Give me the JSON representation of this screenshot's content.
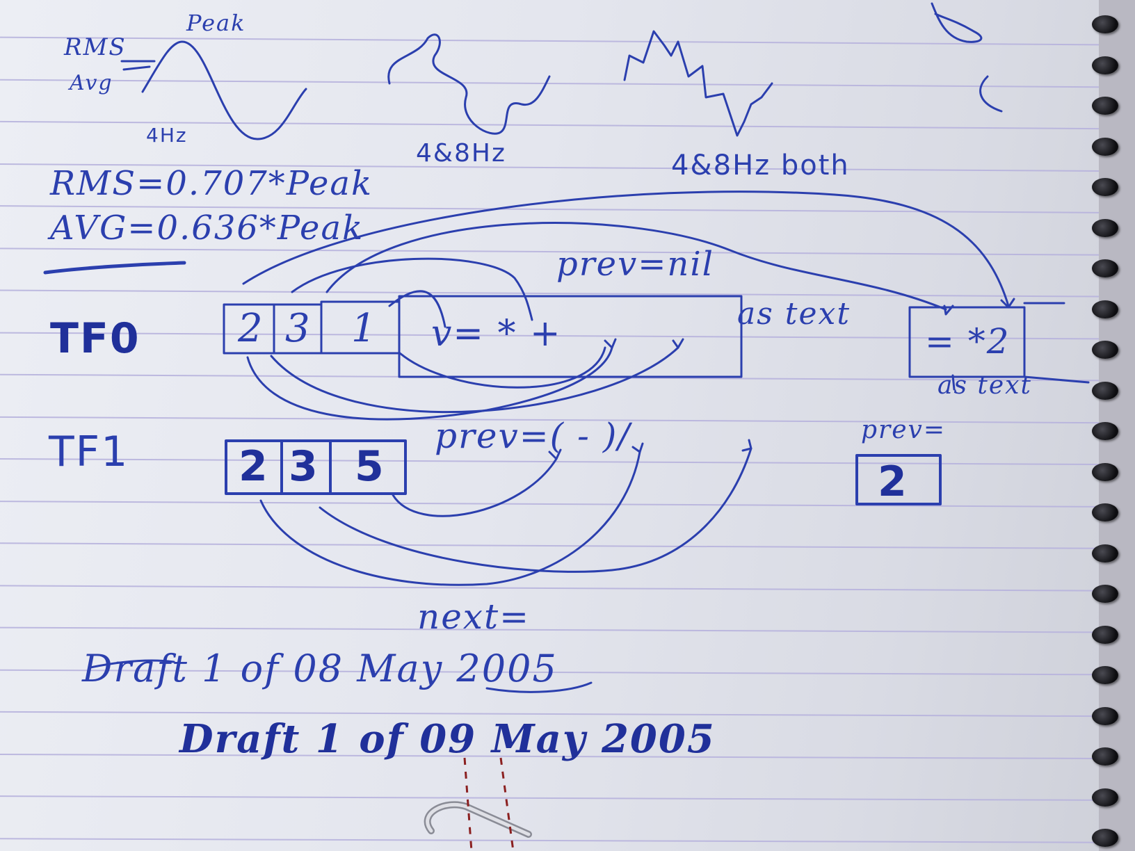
{
  "waveforms": {
    "sine": {
      "rms_label": "RMS",
      "avg_label": "Avg",
      "peak_label": "Peak",
      "freq_label": "4Hz"
    },
    "second_label": "4&8Hz",
    "third_label": "4&8Hz both"
  },
  "formulas": {
    "rms": "RMS=0.707*Peak",
    "avg": "AVG=0.636*Peak"
  },
  "tf0": {
    "label": "TF0",
    "cells": [
      "2",
      "3",
      "1"
    ],
    "expression": "v= *  +",
    "prev_label": "prev=nil",
    "arrow_text": "as text",
    "result_box": "= *2",
    "result_arrow_text": "as text"
  },
  "tf1": {
    "label": "TF1",
    "cells": [
      "2",
      "3",
      "5"
    ],
    "expression": "prev=(  -  )/",
    "prev_label": "prev=",
    "prev_value": "2"
  },
  "next_label": "next=",
  "drafts": {
    "struck": "Draft 1 of 08 May 2005",
    "current": "Draft 1 of 09 May 2005"
  },
  "colors": {
    "ink": "#2b3fae",
    "paper": "#e6e8f0",
    "rule": "#b7b2dd",
    "red_thread": "#8b2020"
  }
}
